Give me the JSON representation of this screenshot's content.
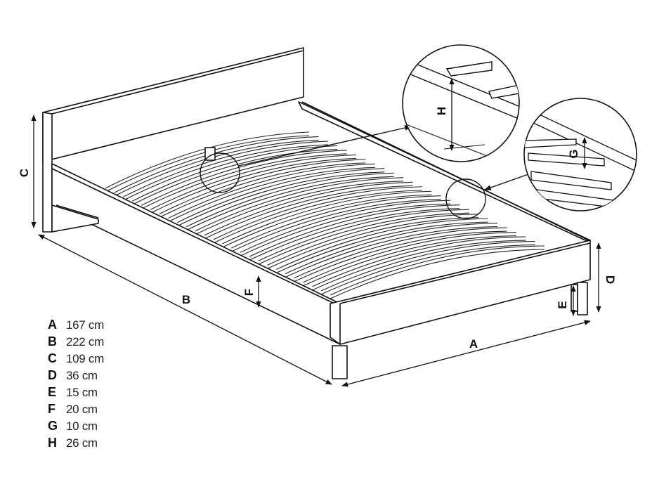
{
  "dimension_labels": {
    "a": "A",
    "b": "B",
    "c": "C",
    "d": "D",
    "e": "E",
    "f": "F",
    "g": "G",
    "h": "H"
  },
  "legend": [
    {
      "letter": "A",
      "value": "167 cm"
    },
    {
      "letter": "B",
      "value": "222 cm"
    },
    {
      "letter": "C",
      "value": "109 cm"
    },
    {
      "letter": "D",
      "value": "36 cm"
    },
    {
      "letter": "E",
      "value": "15 cm"
    },
    {
      "letter": "F",
      "value": "20 cm"
    },
    {
      "letter": "G",
      "value": "10 cm"
    },
    {
      "letter": "H",
      "value": "26 cm"
    }
  ]
}
